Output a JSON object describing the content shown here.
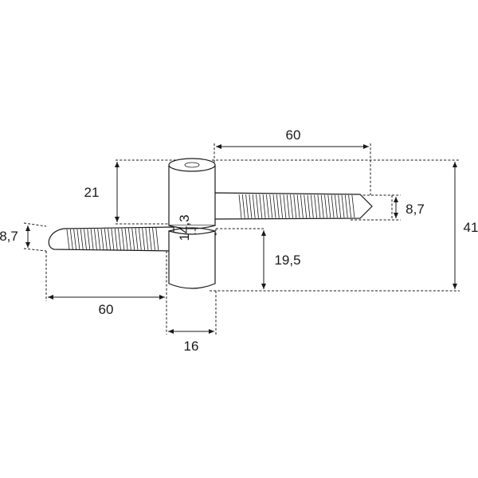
{
  "dimensions": {
    "upper_pin_length": "60",
    "upper_pin_diameter": "8,7",
    "upper_knuckle_height": "21",
    "gap_label": "14,3",
    "total_height": "41",
    "lower_pin_diameter": "8,7",
    "lower_pin_length": "60",
    "lower_knuckle_height": "19,5",
    "barrel_diameter": "16"
  }
}
